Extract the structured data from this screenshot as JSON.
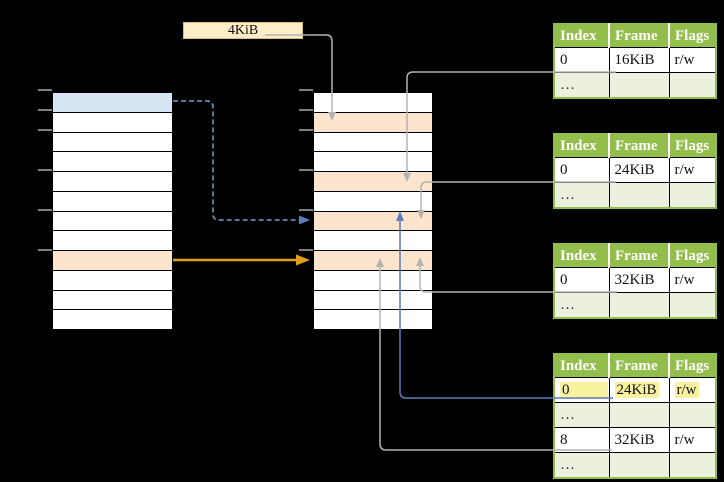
{
  "label_4kib": "4KiB",
  "left_table": {
    "row_count": 12,
    "highlighted_blue_row_index": 0,
    "highlighted_orange_row_index": 8
  },
  "middle_table": {
    "row_count": 12,
    "highlighted_orange_row_indices": [
      1,
      4,
      6,
      8
    ]
  },
  "frame_tables": [
    {
      "headers": [
        "Index",
        "Frame",
        "Flags"
      ],
      "rows": [
        [
          "0",
          "16KiB",
          "r/w"
        ],
        [
          "…",
          "",
          ""
        ]
      ]
    },
    {
      "headers": [
        "Index",
        "Frame",
        "Flags"
      ],
      "rows": [
        [
          "0",
          "24KiB",
          "r/w"
        ],
        [
          "…",
          "",
          ""
        ]
      ]
    },
    {
      "headers": [
        "Index",
        "Frame",
        "Flags"
      ],
      "rows": [
        [
          "0",
          "32KiB",
          "r/w"
        ],
        [
          "…",
          "",
          ""
        ]
      ]
    },
    {
      "headers": [
        "Index",
        "Frame",
        "Flags"
      ],
      "highlighted_row_index": 0,
      "rows": [
        [
          "0",
          "24KiB",
          "r/w"
        ],
        [
          "…",
          "",
          ""
        ],
        [
          "8",
          "32KiB",
          "r/w"
        ],
        [
          "…",
          "",
          ""
        ]
      ]
    }
  ],
  "colors": {
    "row_blue": "#D7E4F3",
    "row_orange": "#FCE5CC",
    "label_fill": "#FDEEC5",
    "green": "#94BE4C",
    "green_light": "#EBF1DE",
    "yellow_hl": "#F8F1A0",
    "gray": "#B3B3B3",
    "blue": "#5B7EBC",
    "blue_dashed": "#7E9CD0",
    "orange": "#DFA019"
  }
}
